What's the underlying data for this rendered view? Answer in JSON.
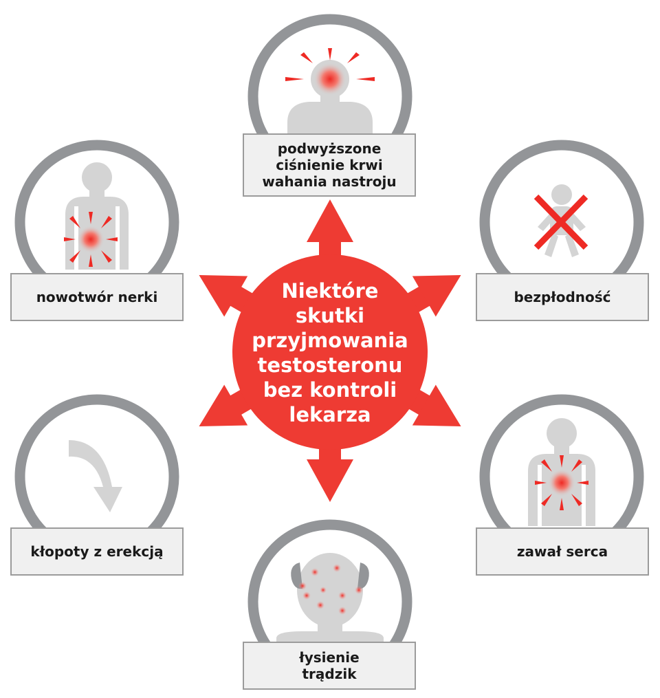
{
  "center": {
    "lines": [
      "Niektóre",
      "skutki",
      "przyjmowania",
      "testosteronu",
      "bez kontroli",
      "lekarza"
    ]
  },
  "effects": {
    "top": {
      "lines": [
        "podwyższone",
        "ciśnienie krwi",
        "wahania nastroju"
      ],
      "icon": "head-pain-icon"
    },
    "upper_left": {
      "lines": [
        "nowotwór nerki"
      ],
      "icon": "kidney-pain-icon"
    },
    "upper_right": {
      "lines": [
        "bezpłodność"
      ],
      "icon": "crossed-baby-icon"
    },
    "lower_left": {
      "lines": [
        "kłopoty z erekcją"
      ],
      "icon": "curved-arrow-down-icon"
    },
    "lower_right": {
      "lines": [
        "zawał serca"
      ],
      "icon": "chest-pain-icon"
    },
    "bottom": {
      "lines": [
        "łysienie",
        "trądzik"
      ],
      "icon": "balding-acne-head-icon"
    }
  },
  "colors": {
    "accent_red": "#ee3b33",
    "ring_gray": "#939598",
    "figure_gray": "#d4d4d4",
    "box_fill": "#f0f0f0"
  }
}
